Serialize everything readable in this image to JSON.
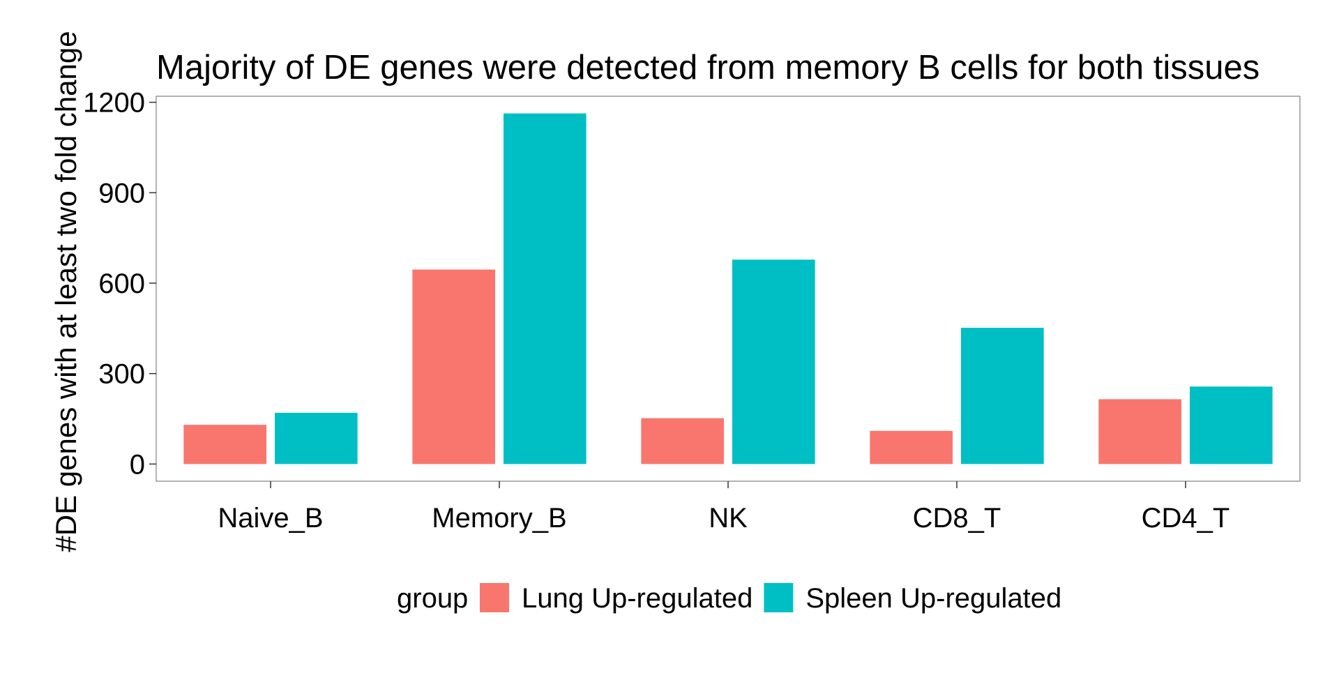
{
  "chart_data": {
    "type": "bar",
    "title": "Majority of DE genes were detected from memory B cells for both tissues",
    "xlabel": "",
    "ylabel": "#DE genes with at least two fold change",
    "categories": [
      "Naive_B",
      "Memory_B",
      "NK",
      "CD8_T",
      "CD4_T"
    ],
    "series": [
      {
        "name": "Lung Up-regulated",
        "color": "#F8766D",
        "values": [
          130,
          645,
          152,
          110,
          215
        ]
      },
      {
        "name": "Spleen Up-regulated",
        "color": "#00BFC4",
        "values": [
          170,
          1163,
          678,
          452,
          257
        ]
      }
    ],
    "ylim": [
      -57,
      1220
    ],
    "yticks": [
      0,
      300,
      600,
      900,
      1200
    ],
    "ytick_labels": [
      "0",
      "300",
      "600",
      "900",
      "1200"
    ],
    "grid": false,
    "legend": {
      "title": "group",
      "position": "bottom"
    }
  }
}
